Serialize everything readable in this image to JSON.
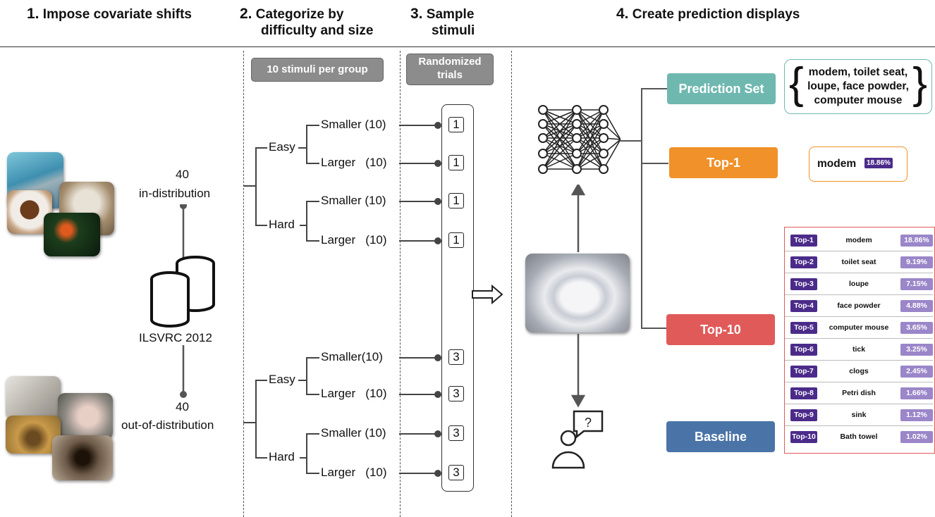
{
  "steps": [
    {
      "num": "1.",
      "title": "Impose covariate shifts"
    },
    {
      "num": "2.",
      "title_line1": "Categorize by",
      "title_line2": "difficulty and size"
    },
    {
      "num": "3.",
      "title_line1": "Sample",
      "title_line2": "stimuli"
    },
    {
      "num": "4.",
      "title": "Create prediction displays"
    }
  ],
  "dataset": {
    "in_count": "40",
    "in_label": "in-distribution",
    "name": "ILSVRC 2012",
    "out_count": "40",
    "out_label": "out-of-distribution"
  },
  "categorize": {
    "pill": "10 stimuli per group",
    "groups": [
      {
        "difficulty": "Easy",
        "sizes": [
          "Smaller (10)",
          "Larger   (10)"
        ]
      },
      {
        "difficulty": "Hard",
        "sizes": [
          "Smaller (10)",
          "Larger   (10)"
        ]
      },
      {
        "difficulty": "Easy",
        "sizes": [
          "Smaller(10)",
          "Larger   (10)"
        ]
      },
      {
        "difficulty": "Hard",
        "sizes": [
          "Smaller (10)",
          "Larger   (10)"
        ]
      }
    ]
  },
  "sample": {
    "pill_line1": "Randomized",
    "pill_line2": "trials",
    "trial_numbers": [
      "1",
      "1",
      "1",
      "1",
      "3",
      "3",
      "3",
      "3"
    ]
  },
  "displays": {
    "prediction_set": {
      "label": "Prediction Set",
      "color": "#6fb8b0",
      "items_line1": "modem, toilet seat,",
      "items_line2": "loupe, face powder,",
      "items_line3": "computer mouse"
    },
    "top1": {
      "label": "Top-1",
      "color": "#f0912a",
      "class": "modem",
      "pct": "18.86%"
    },
    "top10": {
      "label": "Top-10",
      "color": "#e05a5a",
      "rows": [
        {
          "rank": "Top-1",
          "name": "modem",
          "pct": "18.86%"
        },
        {
          "rank": "Top-2",
          "name": "toilet seat",
          "pct": "9.19%"
        },
        {
          "rank": "Top-3",
          "name": "loupe",
          "pct": "7.15%"
        },
        {
          "rank": "Top-4",
          "name": "face powder",
          "pct": "4.88%"
        },
        {
          "rank": "Top-5",
          "name": "computer mouse",
          "pct": "3.65%"
        },
        {
          "rank": "Top-6",
          "name": "tick",
          "pct": "3.25%"
        },
        {
          "rank": "Top-7",
          "name": "clogs",
          "pct": "2.45%"
        },
        {
          "rank": "Top-8",
          "name": "Petri dish",
          "pct": "1.66%"
        },
        {
          "rank": "Top-9",
          "name": "sink",
          "pct": "1.12%"
        },
        {
          "rank": "Top-10",
          "name": "Bath towel",
          "pct": "1.02%"
        }
      ]
    },
    "baseline": {
      "label": "Baseline",
      "color": "#4a74a8"
    },
    "question_mark": "?"
  }
}
